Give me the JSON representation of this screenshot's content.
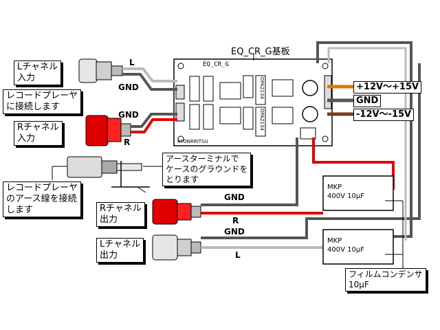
{
  "board": {
    "title": "EQ_CR_G基板",
    "silk_name": "EQ_CR_G",
    "maker": "KYONRRITSU",
    "ic1": "OPA2134",
    "ic2": "OPA2134"
  },
  "inputs": {
    "l_label": "Lチャネル\n入力",
    "r_label": "Rチャネル\n入力",
    "record_player": "レコードプレーヤ\nに接続します",
    "l_wire": "L",
    "l_gnd": "GND",
    "r_gnd": "GND",
    "r_wire": "R"
  },
  "ground": {
    "earth_terminal_note": "アースターミナルで\nケースのグラウンドを\nとります",
    "player_earth_note": "レコードプレーヤ\nのアース線を接続\nします"
  },
  "power": {
    "plus": "+12V～+15V",
    "gnd": "GND",
    "minus": "-12V～-15V"
  },
  "outputs": {
    "r_label": "Rチャネル\n出力",
    "l_label": "Lチャネル\n出力",
    "r_gnd": "GND",
    "r_wire": "R",
    "l_gnd": "GND",
    "l_wire": "L"
  },
  "capacitors": {
    "cap1": "MKP\n400V 10μF",
    "cap2": "MKP\n400V 10μF",
    "note": "フィルムコンデンサ\n10μF"
  },
  "colors": {
    "red_wire": "#e00000",
    "gray_wire": "#555555",
    "orange_wire": "#e07800",
    "brown_wire": "#7a3b1a",
    "board": "#ffffff"
  }
}
